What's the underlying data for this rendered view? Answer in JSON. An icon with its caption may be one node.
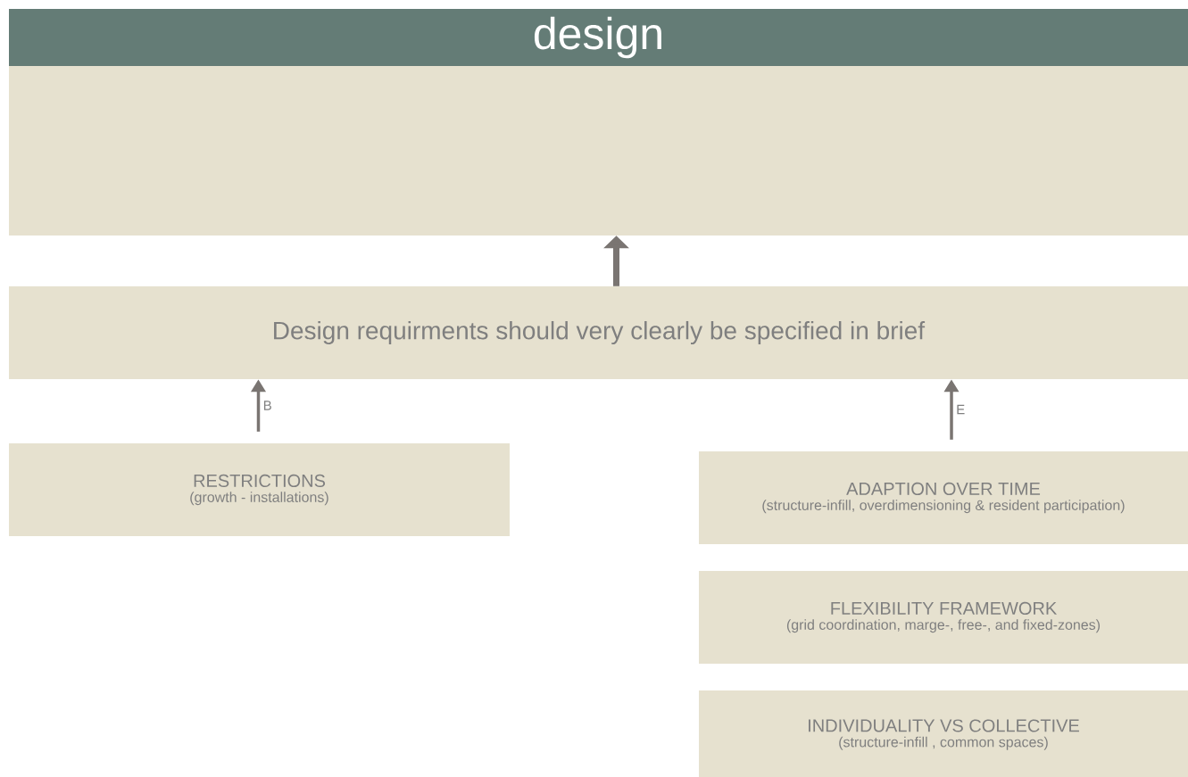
{
  "diagram": {
    "nodes": [
      {
        "text": [
          "design"
        ]
      },
      {
        "text": [
          "Design requirments should very clearly be specified in brief"
        ]
      },
      {
        "text": [
          "RESTRICTIONS",
          "(growth - installations)"
        ]
      },
      {
        "text": [
          "ADAPTION OVER TIME",
          "(structure-infill, overdimensioning & resident participation)"
        ]
      },
      {
        "text": [
          "FLEXIBILITY FRAMEWORK",
          "(grid coordination, marge-, free-, and fixed-zones)"
        ]
      },
      {
        "text": [
          "INDIVIDUALITY VS COLLECTIVE",
          "(structure-infill , common spaces)"
        ]
      }
    ],
    "edges": [
      {
        "from": 1,
        "to": 0,
        "arrow": "to",
        "style": "thick"
      },
      {
        "from": 2,
        "to": 1,
        "arrow": "to",
        "label": "B"
      },
      {
        "from": 3,
        "to": 1,
        "arrow": "to",
        "label": "E"
      }
    ]
  }
}
